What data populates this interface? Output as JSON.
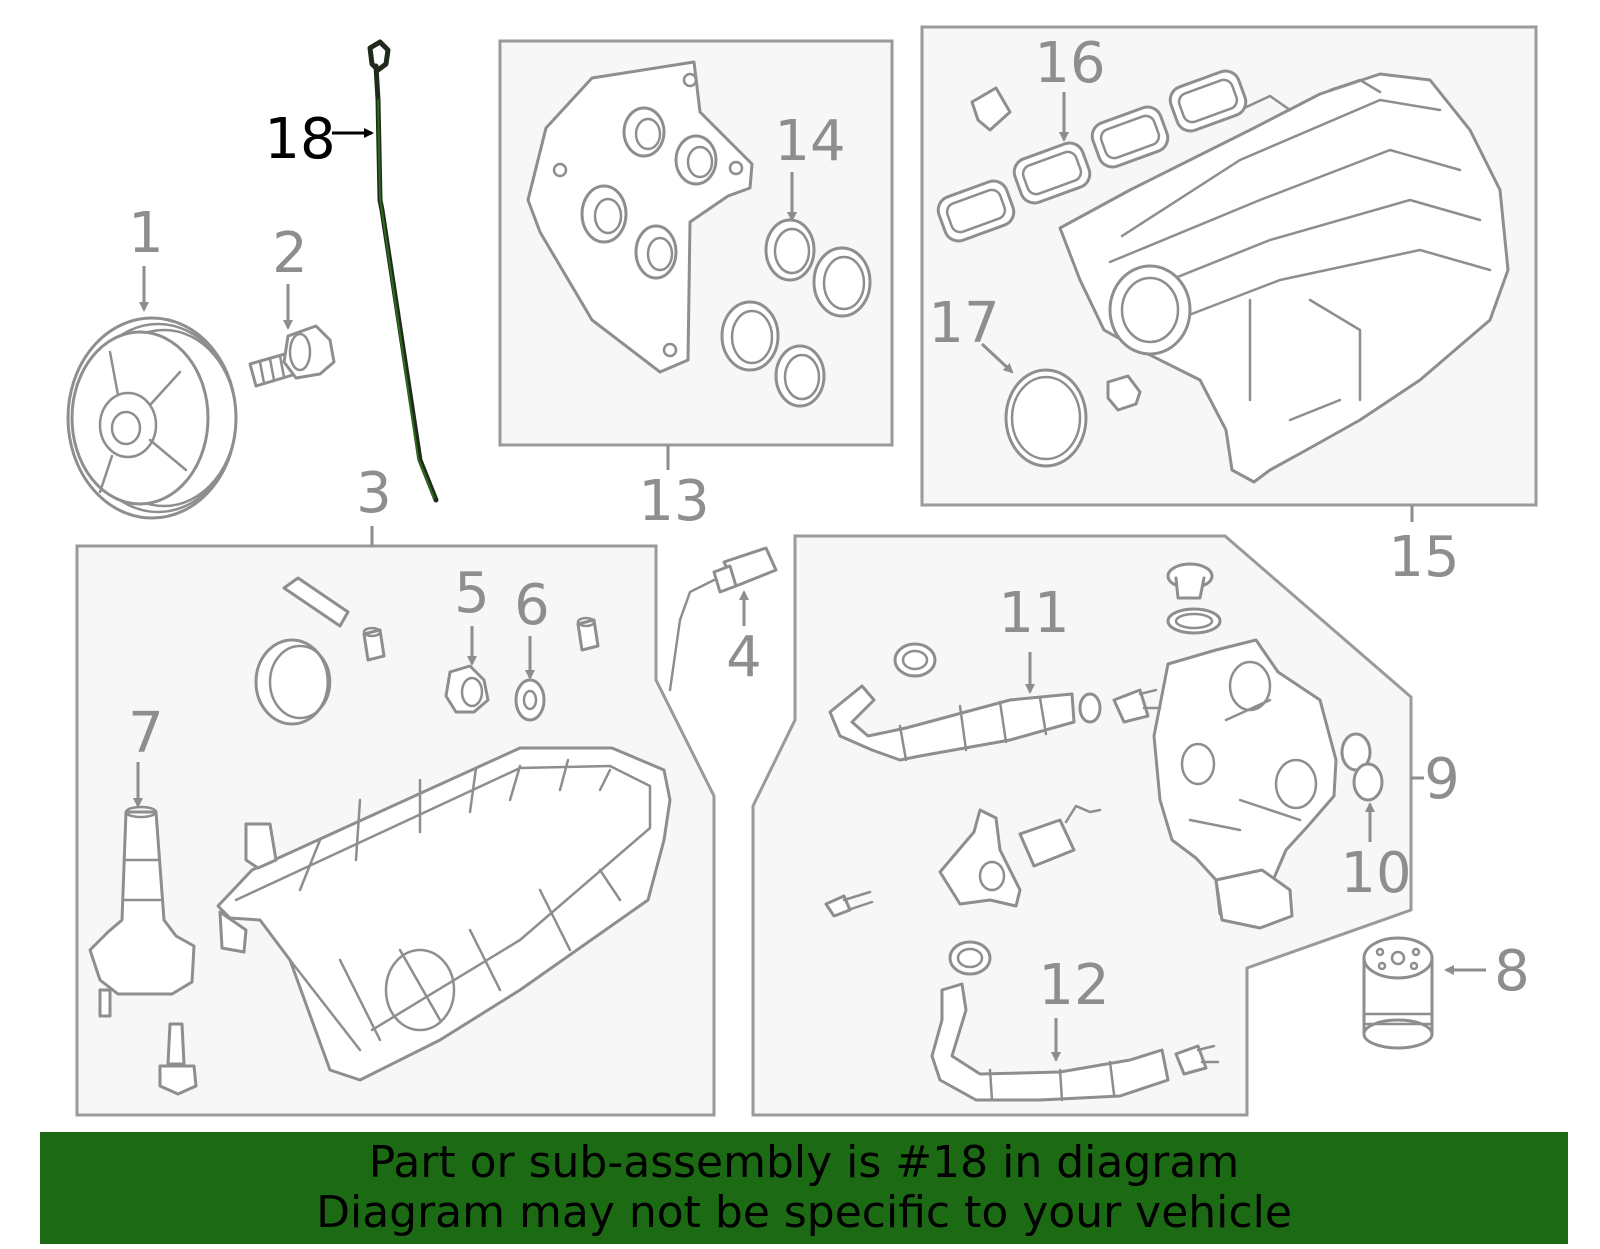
{
  "callouts": [
    "1",
    "2",
    "3",
    "4",
    "5",
    "6",
    "7",
    "8",
    "9",
    "10",
    "11",
    "12",
    "13",
    "14",
    "15",
    "16",
    "17",
    "18"
  ],
  "highlighted_part": "18",
  "banner": {
    "line1": "Part or sub-assembly is #18 in diagram",
    "line2": "Diagram may not be specific to your vehicle"
  },
  "colors": {
    "highlight_stroke": "#1f2a1a",
    "highlight_inner": "#2d6a1c",
    "line_art": "#8e8e8e",
    "group_box_fill": "#f7f7f7",
    "banner_background": "#1c6b14",
    "banner_text": "#000000"
  }
}
